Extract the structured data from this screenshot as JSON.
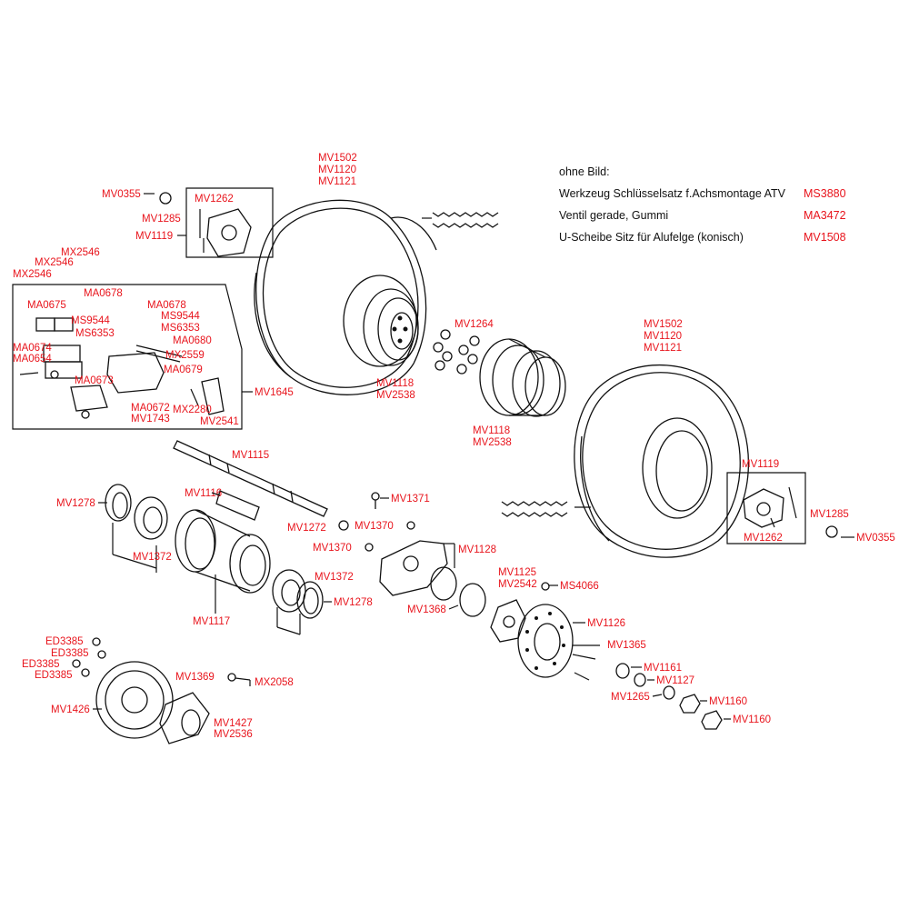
{
  "legend": {
    "heading": "ohne Bild:",
    "items": [
      {
        "text": "Werkzeug Schlüsselsatz f.Achsmontage ATV",
        "code": "MS3880"
      },
      {
        "text": "Ventil gerade, Gummi",
        "code": "MA3472"
      },
      {
        "text": "U-Scheibe Sitz für Alufelge (konisch)",
        "code": "MV1508"
      }
    ]
  },
  "labels": [
    {
      "id": "mv1502-left",
      "text": "MV1502"
    },
    {
      "id": "mv1120-left",
      "text": "MV1120"
    },
    {
      "id": "mv1121-left",
      "text": "MV1121"
    },
    {
      "id": "mv0355-left",
      "text": "MV0355"
    },
    {
      "id": "mv1285-left",
      "text": "MV1285"
    },
    {
      "id": "mv1262-left",
      "text": "MV1262"
    },
    {
      "id": "mv1119-left",
      "text": "MV1119"
    },
    {
      "id": "mx2546-a",
      "text": "MX2546"
    },
    {
      "id": "mx2546-b",
      "text": "MX2546"
    },
    {
      "id": "mx2546-c",
      "text": "MX2546"
    },
    {
      "id": "ma0675",
      "text": "MA0675"
    },
    {
      "id": "ma0678-a",
      "text": "MA0678"
    },
    {
      "id": "ma0678-b",
      "text": "MA0678"
    },
    {
      "id": "ms9544-a",
      "text": "MS9544"
    },
    {
      "id": "ms9544-b",
      "text": "MS9544"
    },
    {
      "id": "ms6353-a",
      "text": "MS6353"
    },
    {
      "id": "ms6353-b",
      "text": "MS6353"
    },
    {
      "id": "ma0680",
      "text": "MA0680"
    },
    {
      "id": "ma0674",
      "text": "MA0674"
    },
    {
      "id": "mx2559",
      "text": "MX2559"
    },
    {
      "id": "ma0654",
      "text": "MA0654"
    },
    {
      "id": "ma0679",
      "text": "MA0679"
    },
    {
      "id": "ma0673",
      "text": "MA0673"
    },
    {
      "id": "ma0672",
      "text": "MA0672"
    },
    {
      "id": "mx2280",
      "text": "MX2280"
    },
    {
      "id": "mv1743",
      "text": "MV1743"
    },
    {
      "id": "mv2541",
      "text": "MV2541"
    },
    {
      "id": "mv1645",
      "text": "MV1645"
    },
    {
      "id": "mv1118-left",
      "text": "MV1118"
    },
    {
      "id": "mv2538-left",
      "text": "MV2538"
    },
    {
      "id": "mv1264",
      "text": "MV1264"
    },
    {
      "id": "mv1118-mid",
      "text": "MV1118"
    },
    {
      "id": "mv2538-mid",
      "text": "MV2538"
    },
    {
      "id": "mv1502-right",
      "text": "MV1502"
    },
    {
      "id": "mv1120-right",
      "text": "MV1120"
    },
    {
      "id": "mv1121-right",
      "text": "MV1121"
    },
    {
      "id": "mv1115",
      "text": "MV1115"
    },
    {
      "id": "mv1278-left",
      "text": "MV1278"
    },
    {
      "id": "mv1116",
      "text": "MV1116"
    },
    {
      "id": "mv1371",
      "text": "MV1371"
    },
    {
      "id": "mv1272",
      "text": "MV1272"
    },
    {
      "id": "mv1370-a",
      "text": "MV1370"
    },
    {
      "id": "mv1370-b",
      "text": "MV1370"
    },
    {
      "id": "mv1128",
      "text": "MV1128"
    },
    {
      "id": "mv1372-left",
      "text": "MV1372"
    },
    {
      "id": "mv1372-right",
      "text": "MV1372"
    },
    {
      "id": "mv1278-right",
      "text": "MV1278"
    },
    {
      "id": "mv1117",
      "text": "MV1117"
    },
    {
      "id": "mv1368",
      "text": "MV1368"
    },
    {
      "id": "mv1125",
      "text": "MV1125"
    },
    {
      "id": "mv2542",
      "text": "MV2542"
    },
    {
      "id": "ms4066",
      "text": "MS4066"
    },
    {
      "id": "mv1126",
      "text": "MV1126"
    },
    {
      "id": "mv1365",
      "text": "MV1365"
    },
    {
      "id": "mv1161",
      "text": "MV1161"
    },
    {
      "id": "mv1127",
      "text": "MV1127"
    },
    {
      "id": "mv1265",
      "text": "MV1265"
    },
    {
      "id": "mv1160-a",
      "text": "MV1160"
    },
    {
      "id": "mv1160-b",
      "text": "MV1160"
    },
    {
      "id": "mv1119-right",
      "text": "MV1119"
    },
    {
      "id": "mv1285-right",
      "text": "MV1285"
    },
    {
      "id": "mv0355-right",
      "text": "MV0355"
    },
    {
      "id": "mv1262-right",
      "text": "MV1262"
    },
    {
      "id": "ed3385-a",
      "text": "ED3385"
    },
    {
      "id": "ed3385-b",
      "text": "ED3385"
    },
    {
      "id": "ed3385-c",
      "text": "ED3385"
    },
    {
      "id": "ed3385-d",
      "text": "ED3385"
    },
    {
      "id": "mv1426",
      "text": "MV1426"
    },
    {
      "id": "mv1369",
      "text": "MV1369"
    },
    {
      "id": "mx2058",
      "text": "MX2058"
    },
    {
      "id": "mv1427",
      "text": "MV1427"
    },
    {
      "id": "mv2536",
      "text": "MV2536"
    }
  ]
}
